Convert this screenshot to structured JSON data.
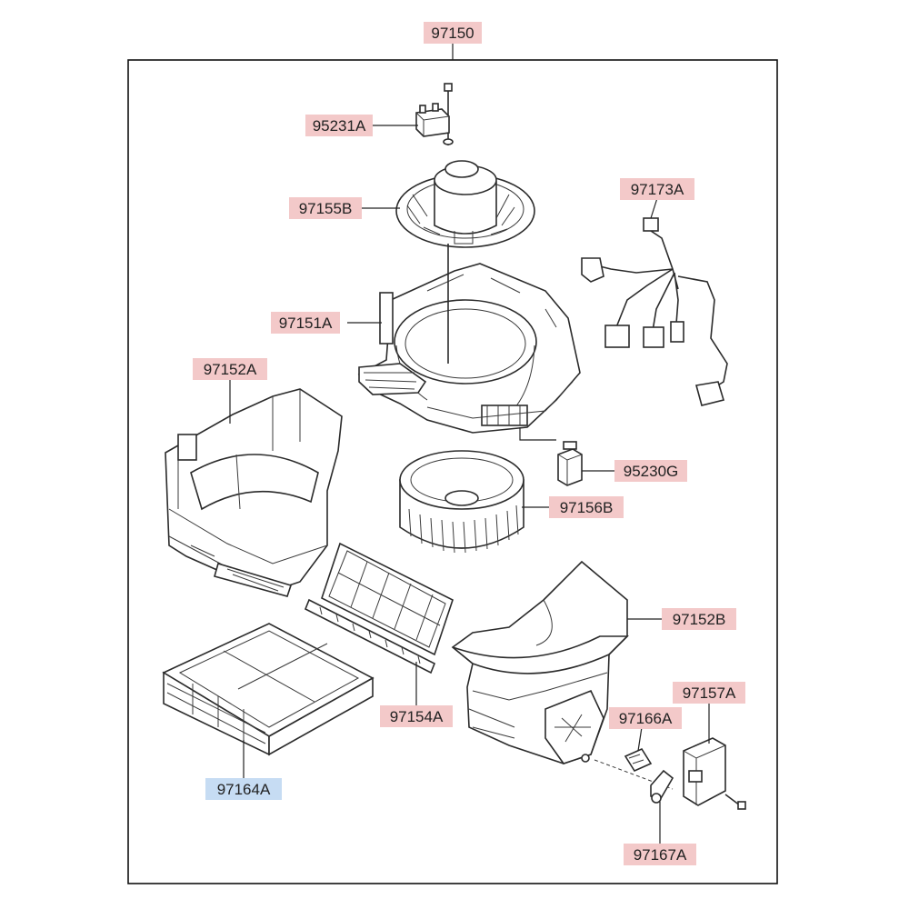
{
  "assembly_label": "97150",
  "labels": {
    "p95231A": "95231A",
    "p97155B": "97155B",
    "p97151A": "97151A",
    "p97173A": "97173A",
    "p97152A": "97152A",
    "p95230G": "95230G",
    "p97156B": "97156B",
    "p97152B": "97152B",
    "p97154A": "97154A",
    "p97164A": "97164A",
    "p97157A": "97157A",
    "p97166A": "97166A",
    "p97167A": "97167A"
  },
  "colors": {
    "label_red": "#f3c9c9",
    "label_blue": "#c6dcf3",
    "line": "#2b2b2b"
  }
}
